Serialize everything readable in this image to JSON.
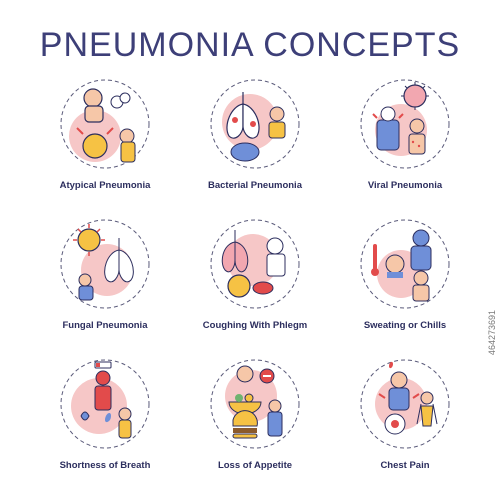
{
  "title": "PNEUMONIA CONCEPTS",
  "concepts": [
    {
      "label": "Atypical Pneumonia"
    },
    {
      "label": "Bacterial Pneumonia"
    },
    {
      "label": "Viral Pneumonia"
    },
    {
      "label": "Fungal Pneumonia"
    },
    {
      "label": "Coughing With Phlegm"
    },
    {
      "label": "Sweating or Chills"
    },
    {
      "label": "Shortness of Breath"
    },
    {
      "label": "Loss of Appetite"
    },
    {
      "label": "Chest Pain"
    }
  ],
  "stock": {
    "id": "464273691"
  },
  "colors": {
    "title": "#3d3f78",
    "accent_pink": "#f2a7b0",
    "accent_red": "#e24b4b",
    "accent_blue": "#6f8fd8",
    "accent_yellow": "#f6c244"
  }
}
